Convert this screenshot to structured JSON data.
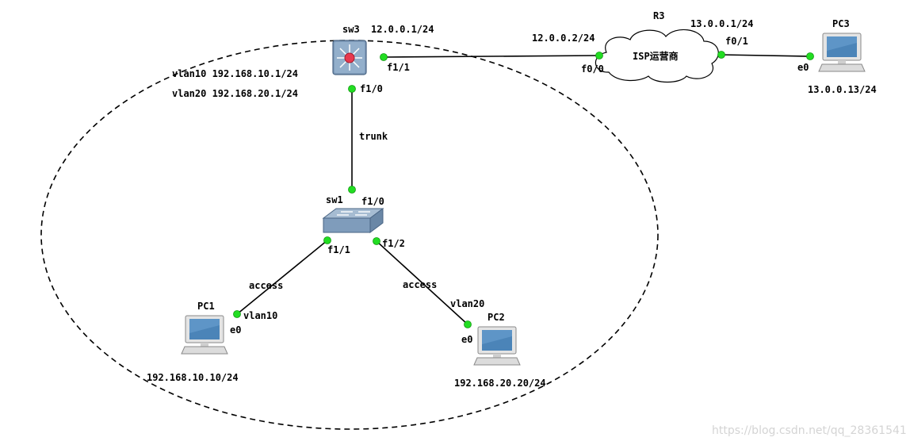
{
  "colors": {
    "link": "#000000",
    "port": "#22dd22",
    "device": "#8aa4bf",
    "router_dot": "#e8394f"
  },
  "devices": {
    "sw3": {
      "name": "sw3",
      "ip": "12.0.0.1/24",
      "port_f1_1": "f1/1",
      "port_f1_0": "f1/0",
      "icon": "multilayer-switch-icon"
    },
    "sw1": {
      "name": "sw1",
      "port_f1_0": "f1/0",
      "port_f1_1": "f1/1",
      "port_f1_2": "f1/2",
      "icon": "switch-icon"
    },
    "r3": {
      "name": "R3",
      "cloud_label": "ISP运营商",
      "ip_left": "12.0.0.2/24",
      "ip_right": "13.0.0.1/24",
      "port_f0_0": "f0/0",
      "port_f0_1": "f0/1",
      "icon": "cloud-icon"
    },
    "pc1": {
      "name": "PC1",
      "port": "e0",
      "ip": "192.168.10.10/24",
      "icon": "pc-icon"
    },
    "pc2": {
      "name": "PC2",
      "port": "e0",
      "ip": "192.168.20.20/24",
      "icon": "pc-icon"
    },
    "pc3": {
      "name": "PC3",
      "port": "e0",
      "ip": "13.0.0.13/24",
      "icon": "pc-icon"
    }
  },
  "vlans": {
    "vlan10": "vlan10 192.168.10.1/24",
    "vlan20": "vlan20 192.168.20.1/24"
  },
  "links": {
    "trunk": "trunk",
    "access_pc1": "access",
    "access_pc2": "access",
    "vlan_pc1": "vlan10",
    "vlan_pc2": "vlan20"
  },
  "watermark": "https://blog.csdn.net/qq_28361541"
}
